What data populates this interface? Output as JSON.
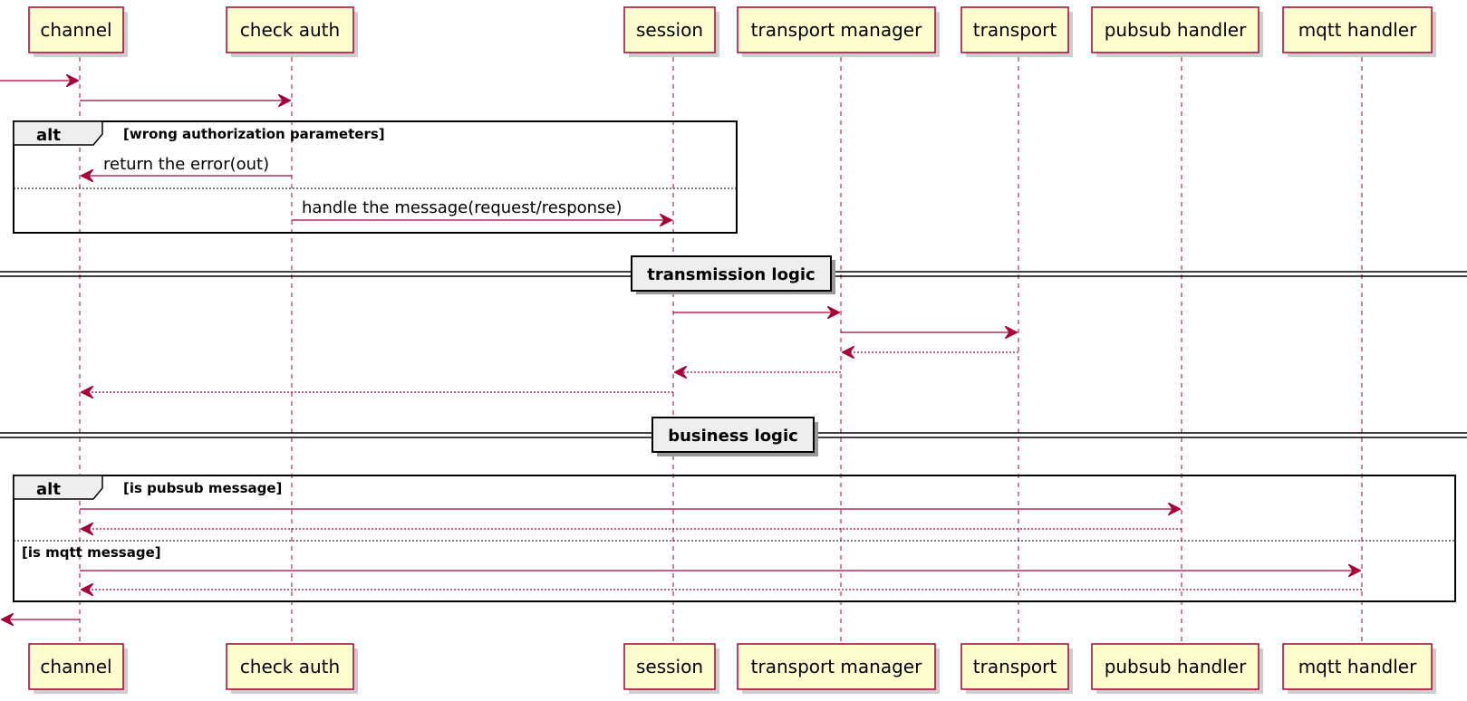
{
  "participants": {
    "channel": "channel",
    "check_auth": "check auth",
    "session": "session",
    "transport_manager": "transport manager",
    "transport": "transport",
    "pubsub_handler": "pubsub handler",
    "mqtt_handler": "mqtt handler"
  },
  "frames": {
    "alt1": {
      "operator": "alt",
      "guard": "[wrong authorization parameters]"
    },
    "alt2": {
      "operator": "alt",
      "guard": "[is pubsub message]",
      "else_guard": "[is mqtt message]"
    }
  },
  "messages": {
    "return_error": "return the error(out)",
    "handle_message": "handle the message(request/response)"
  },
  "dividers": {
    "transmission": "transmission logic",
    "business": "business logic"
  },
  "colors": {
    "participant_fill": "#FEFECE",
    "participant_border": "#A80036",
    "arrow": "#A80036",
    "frame_tab": "#EEEEEE"
  }
}
